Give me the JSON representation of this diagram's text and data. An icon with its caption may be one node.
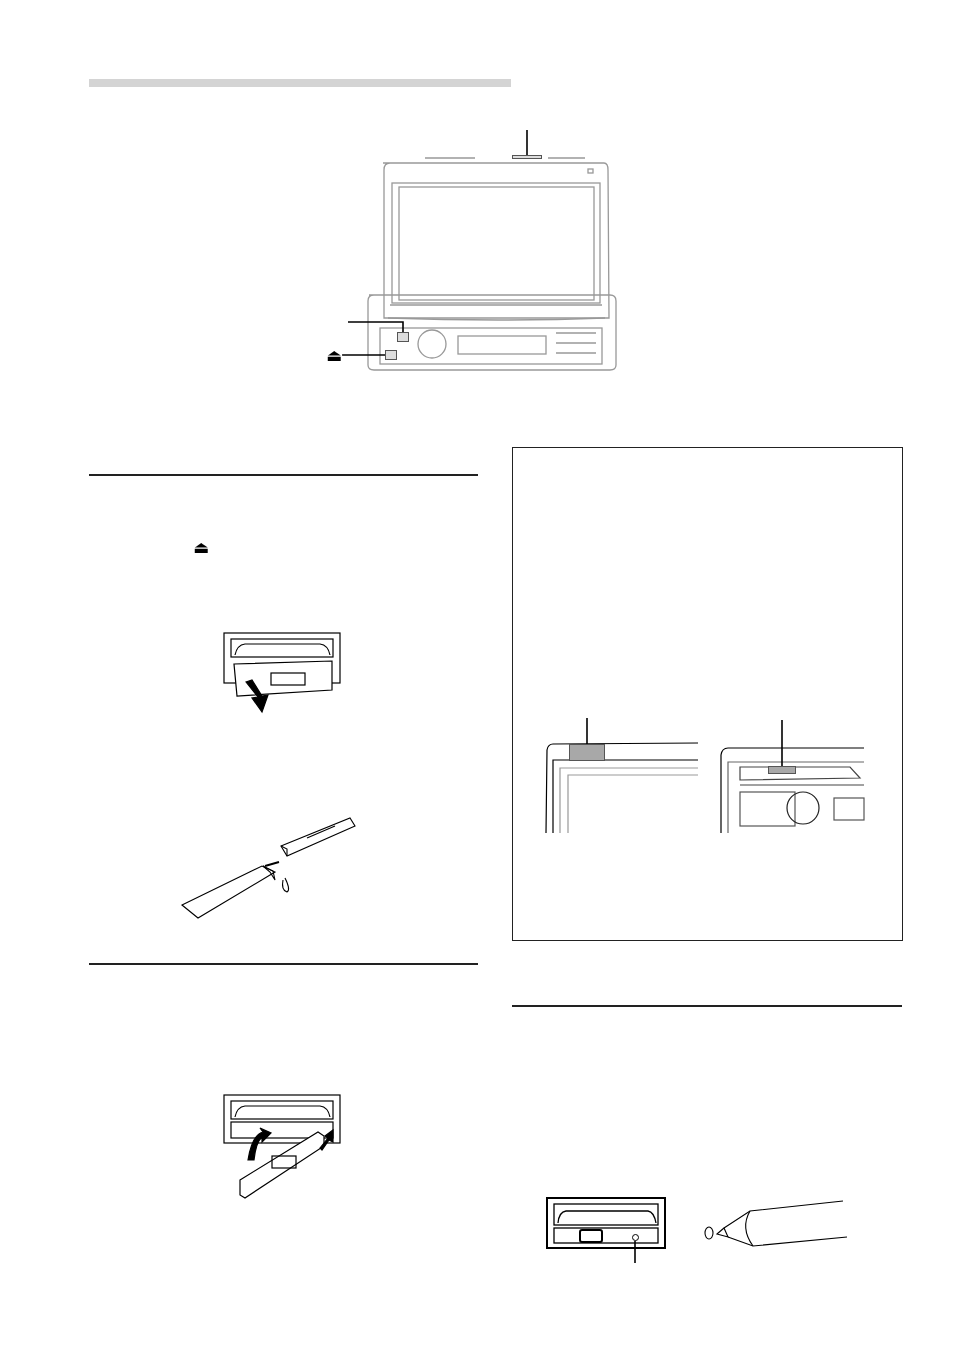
{
  "diagram": {
    "nodes": [
      {
        "text": [
          "⏏"
        ]
      },
      {
        "text": [],
        "shape": "box"
      },
      {
        "text": [],
        "shape": "box"
      },
      {
        "text": [],
        "shape": "box"
      },
      {
        "text": [],
        "shape": "box"
      },
      {
        "text": [],
        "shape": "box"
      },
      {
        "text": [],
        "shape": "circle"
      }
    ],
    "edges": [
      {
        "from": 0,
        "to": 1,
        "arrow": "none"
      },
      {
        "from": null,
        "to": 2,
        "arrow": "none"
      },
      {
        "from": null,
        "to": 3,
        "arrow": "none"
      },
      {
        "from": null,
        "to": 4,
        "arrow": "none"
      },
      {
        "from": null,
        "to": 5,
        "arrow": "none"
      },
      {
        "from": null,
        "to": 6,
        "arrow": "none"
      }
    ],
    "labels": [
      "⏏"
    ]
  }
}
